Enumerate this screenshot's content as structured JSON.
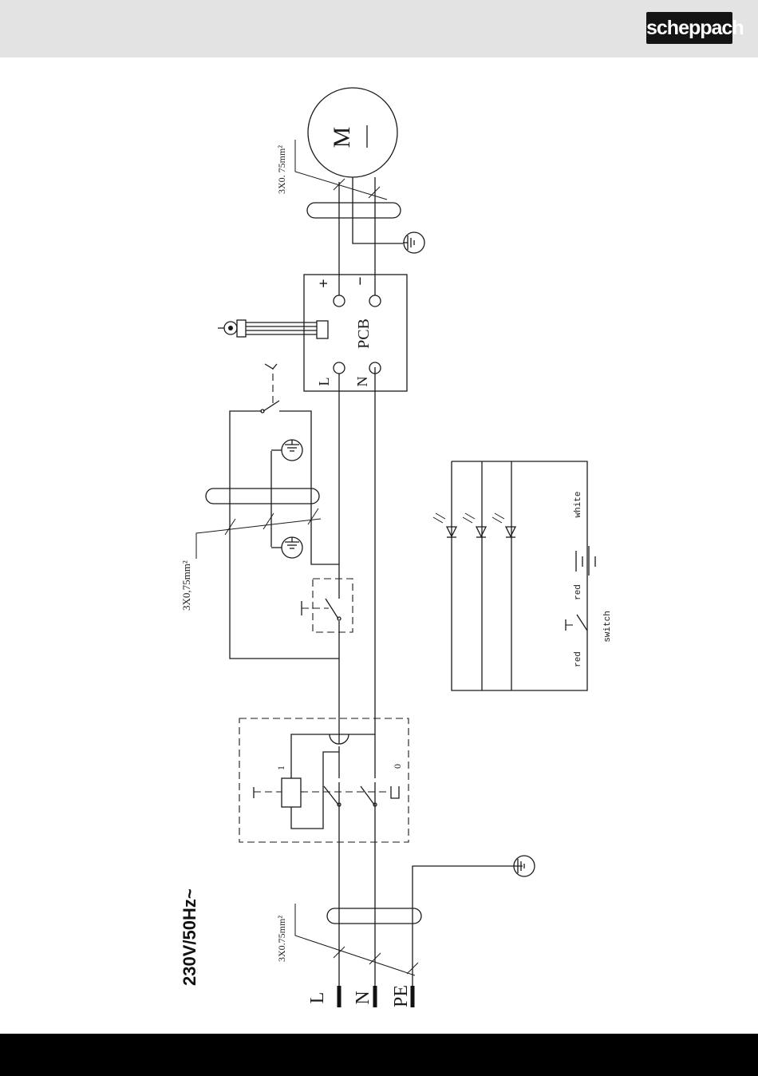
{
  "header": {
    "brand": "scheppach"
  },
  "diagram": {
    "supply_label": "230V/50Hz~",
    "terminals": {
      "line": "L",
      "neutral": "N",
      "earth": "PE"
    },
    "cable_supply": "3X0.75mm²",
    "cable_motor": "3X0. 75mm²",
    "cable_switch": "3X0,75mm²",
    "motor": {
      "letter": "M",
      "symbol": "—"
    },
    "pcb": {
      "label": "PCB",
      "plus": "+",
      "minus": "−",
      "l": "L",
      "n": "N"
    },
    "main_switch": {
      "on": "1",
      "off": "0"
    },
    "led_circuit": {
      "white": "white",
      "red_top": "red",
      "red_bottom": "red",
      "switch": "switch"
    }
  }
}
